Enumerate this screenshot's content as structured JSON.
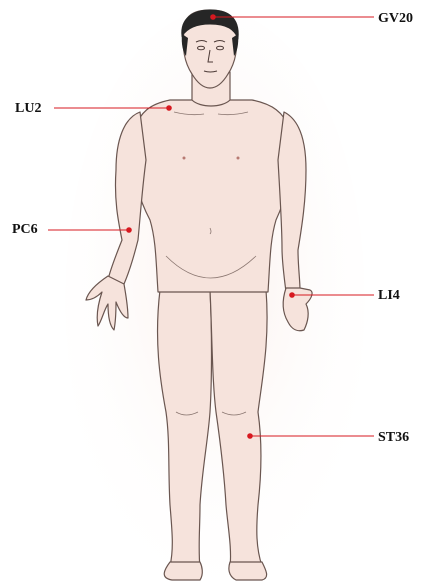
{
  "acupoints": [
    {
      "id": "gv20",
      "label": "GV20"
    },
    {
      "id": "lu2",
      "label": "LU2"
    },
    {
      "id": "pc6",
      "label": "PC6"
    },
    {
      "id": "li4",
      "label": "LI4"
    },
    {
      "id": "st36",
      "label": "ST36"
    }
  ],
  "colors": {
    "marker": "#d71920",
    "leader_line": "#d71920",
    "skin": "#f6e3dc",
    "outline": "#6a5650",
    "hair": "#262626",
    "label": "#111111"
  },
  "icons": [
    "human-body-figure-icon",
    "acupoint-marker-icon"
  ]
}
